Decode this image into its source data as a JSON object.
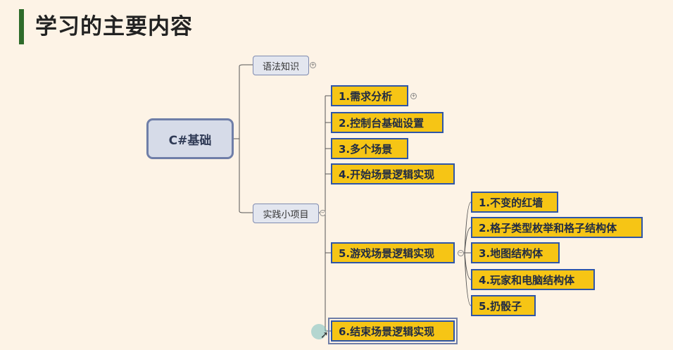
{
  "title": "学习的主要内容",
  "root": "C#基础",
  "branches": {
    "grammar": "语法知识",
    "practice": "实践小项目"
  },
  "steps": [
    "1.需求分析",
    "2.控制台基础设置",
    "3.多个场景",
    "4.开始场景逻辑实现",
    "5.游戏场景逻辑实现",
    "6.结束场景逻辑实现"
  ],
  "substeps": [
    "1.不变的红墙",
    "2.格子类型枚举和格子结构体",
    "3.地图结构体",
    "4.玩家和电脑结构体",
    "5.扔骰子"
  ],
  "colors": {
    "background": "#fdf3e6",
    "leaf_fill": "#f6c515",
    "leaf_border": "#2e55a8",
    "root_fill": "#d6dbe8",
    "accent_bar": "#2e6b2a"
  }
}
